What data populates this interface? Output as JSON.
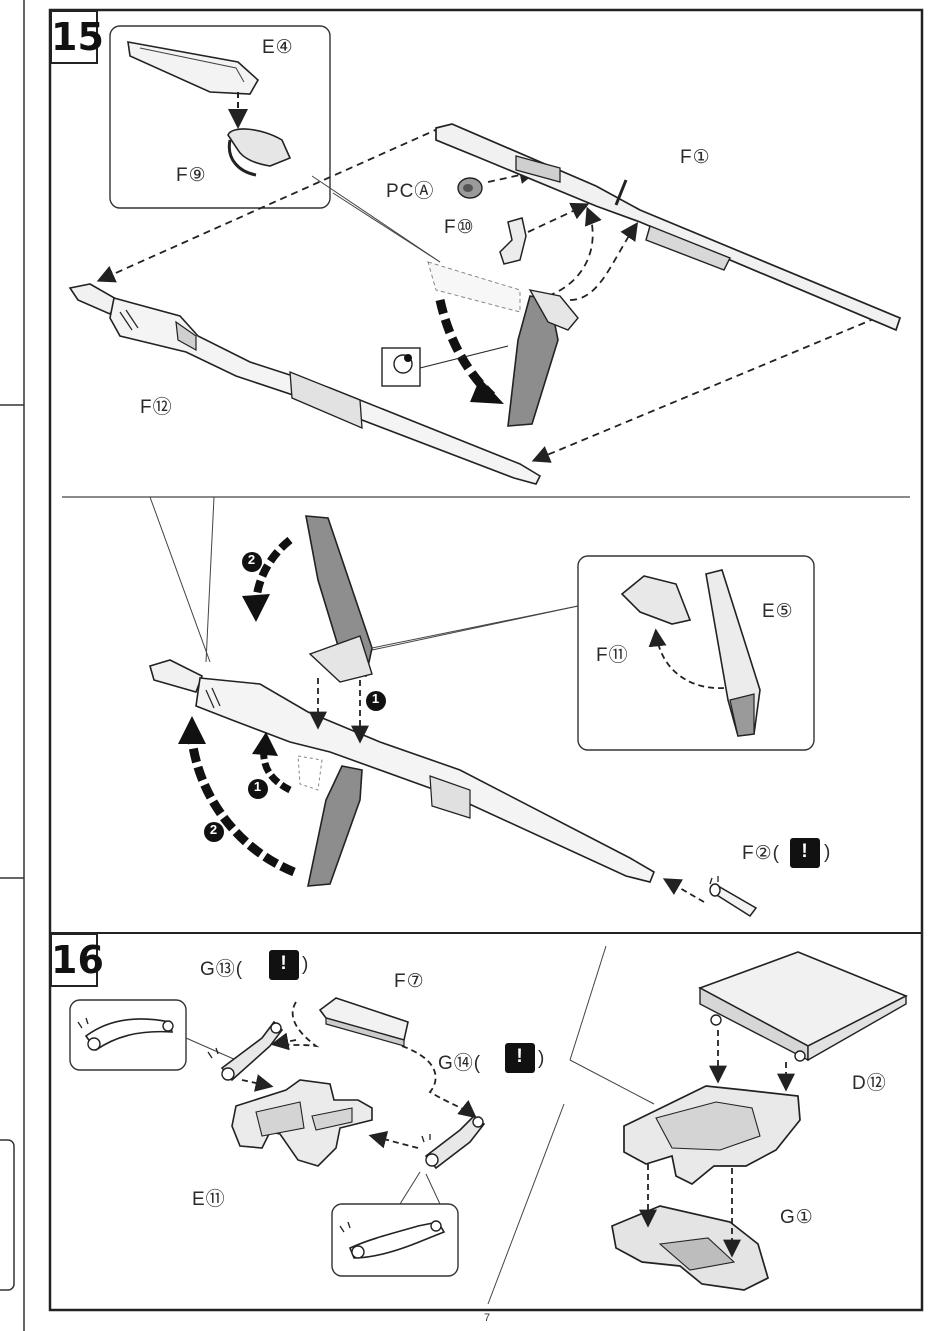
{
  "steps": {
    "step15": "15",
    "step16": "16"
  },
  "page_number": "7",
  "labels": {
    "e4": "E④",
    "f9": "F⑨",
    "pca": "PCⒶ",
    "f10": "F⑩",
    "f1": "F①",
    "f12": "F⑫",
    "e5": "E⑤",
    "f11": "F⑪",
    "f2": "F②(",
    "f2_end": ")",
    "g13": "G⑬(",
    "g13_end": ")",
    "f7": "F⑦",
    "g14": "G⑭(",
    "g14_end": ")",
    "e11": "E⑪",
    "d12": "D⑫",
    "g1": "G①"
  },
  "markers": {
    "one": "1",
    "two": "2",
    "caution": "!"
  },
  "icons": [
    "caution-icon",
    "sticker-marker-icon",
    "fold-arrow-icon",
    "insert-arrow-icon"
  ]
}
